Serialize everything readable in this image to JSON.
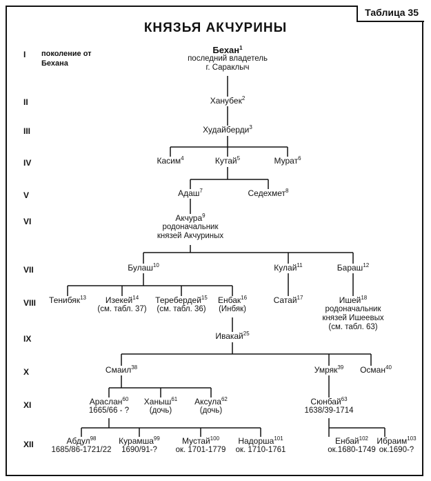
{
  "table_label": "Таблица 35",
  "title": "КНЯЗЬЯ АКЧУРИНЫ",
  "generation_note": "поколение от Бехана",
  "generations": [
    "I",
    "II",
    "III",
    "IV",
    "V",
    "VI",
    "VII",
    "VIII",
    "IX",
    "X",
    "XI",
    "XII"
  ],
  "persons": {
    "behan": {
      "name": "Бехан",
      "ref": "1",
      "lines": [
        "последний владетель",
        "г. Сараклыч"
      ]
    },
    "hanubek": {
      "name": "Ханубек",
      "ref": "2",
      "lines": []
    },
    "hudaiberdi": {
      "name": "Худайберди",
      "ref": "3",
      "lines": []
    },
    "kasim": {
      "name": "Касим",
      "ref": "4",
      "lines": []
    },
    "kutai": {
      "name": "Кутай",
      "ref": "5",
      "lines": []
    },
    "murat": {
      "name": "Мурат",
      "ref": "6",
      "lines": []
    },
    "adash": {
      "name": "Адаш",
      "ref": "7",
      "lines": []
    },
    "sedehmet": {
      "name": "Седехмет",
      "ref": "8",
      "lines": []
    },
    "akchura": {
      "name": "Акчура",
      "ref": "9",
      "lines": [
        "родоначальник",
        "князей Акчуриных"
      ]
    },
    "bulash": {
      "name": "Булаш",
      "ref": "10",
      "lines": []
    },
    "kulai": {
      "name": "Кулай",
      "ref": "11",
      "lines": []
    },
    "barash": {
      "name": "Бараш",
      "ref": "12",
      "lines": []
    },
    "tenibyak": {
      "name": "Тенибяк",
      "ref": "13",
      "lines": []
    },
    "izekei": {
      "name": "Изекей",
      "ref": "14",
      "lines": [
        "(см. табл. 37)"
      ]
    },
    "tereberdei": {
      "name": "Теребердей",
      "ref": "15",
      "lines": [
        "(см. табл. 36)"
      ]
    },
    "enbak": {
      "name": "Енбак",
      "ref": "16",
      "lines": [
        "(Инбяк)"
      ]
    },
    "satai": {
      "name": "Сатай",
      "ref": "17",
      "lines": []
    },
    "isheі": {
      "name": "Ишей",
      "ref": "18",
      "lines": [
        "родоначальник",
        "князей Ишеевых",
        "(см. табл. 63)"
      ]
    },
    "ivakai": {
      "name": "Ивакай",
      "ref": "25",
      "lines": []
    },
    "smail": {
      "name": "Смаил",
      "ref": "38",
      "lines": []
    },
    "umryak": {
      "name": "Умряк",
      "ref": "39",
      "lines": []
    },
    "osman": {
      "name": "Осман",
      "ref": "40",
      "lines": []
    },
    "araslan": {
      "name": "Араслан",
      "ref": "60",
      "lines": [
        "1665/66 - ?"
      ]
    },
    "hanysh": {
      "name": "Ханыш",
      "ref": "61",
      "lines": [
        "(дочь)"
      ]
    },
    "aksula": {
      "name": "Аксула",
      "ref": "62",
      "lines": [
        "(дочь)"
      ]
    },
    "syunbai": {
      "name": "Сюнбай",
      "ref": "63",
      "lines": [
        "1638/39-1714"
      ]
    },
    "abdul": {
      "name": "Абдул",
      "ref": "98",
      "lines": [
        "1685/86-1721/22"
      ]
    },
    "kuramsha": {
      "name": "Курамша",
      "ref": "99",
      "lines": [
        "1690/91-?"
      ]
    },
    "mustai": {
      "name": "Мустай",
      "ref": "100",
      "lines": [
        "ок. 1701-1779"
      ]
    },
    "nadorsha": {
      "name": "Надорша",
      "ref": "101",
      "lines": [
        "ок. 1710-1761"
      ]
    },
    "enbai": {
      "name": "Енбай",
      "ref": "102",
      "lines": [
        "ок.1680-1749"
      ]
    },
    "ibraim": {
      "name": "Ибраим",
      "ref": "103",
      "lines": [
        "ок.1690-?"
      ]
    }
  }
}
